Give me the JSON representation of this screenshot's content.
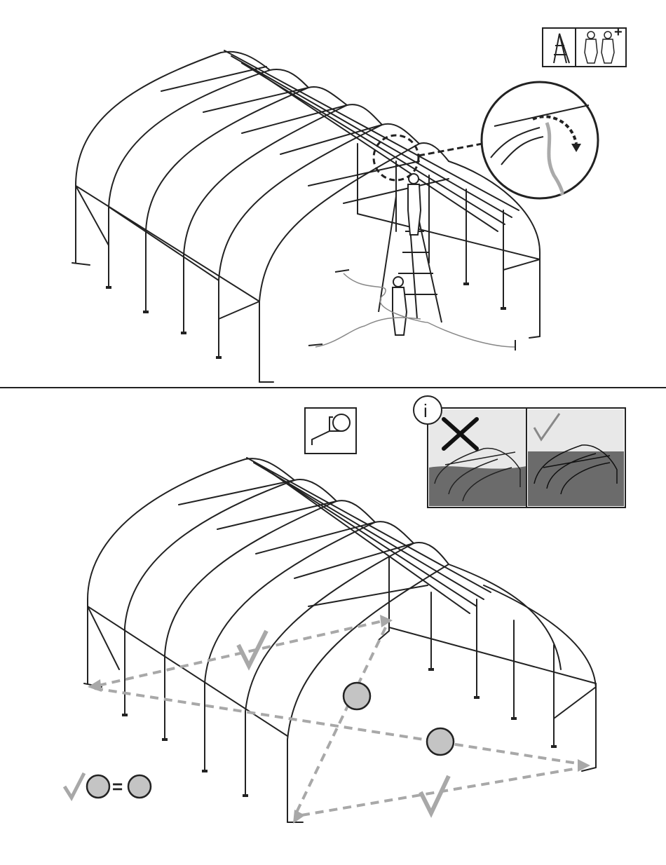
{
  "page": {
    "steps": [
      {
        "id": "step-top",
        "tools": [
          "ladder-icon",
          "two-person-plus-icon"
        ],
        "tool_labels": {
          "plus": "+"
        },
        "detail": "rope-tie-callout"
      },
      {
        "id": "step-bottom",
        "tools": [
          "tape-measure-icon"
        ],
        "info": {
          "info_symbol": "i",
          "wrong_mark": "cross",
          "right_mark": "check"
        },
        "legend": {
          "check_symbol": "check",
          "equals": "="
        }
      }
    ],
    "colors": {
      "line": "#222222",
      "dash_grey": "#a8a8a8",
      "circle_fill": "#c4c4c4",
      "ground_dark": "#6b6b6b",
      "sky_light": "#e8e8e8"
    }
  }
}
